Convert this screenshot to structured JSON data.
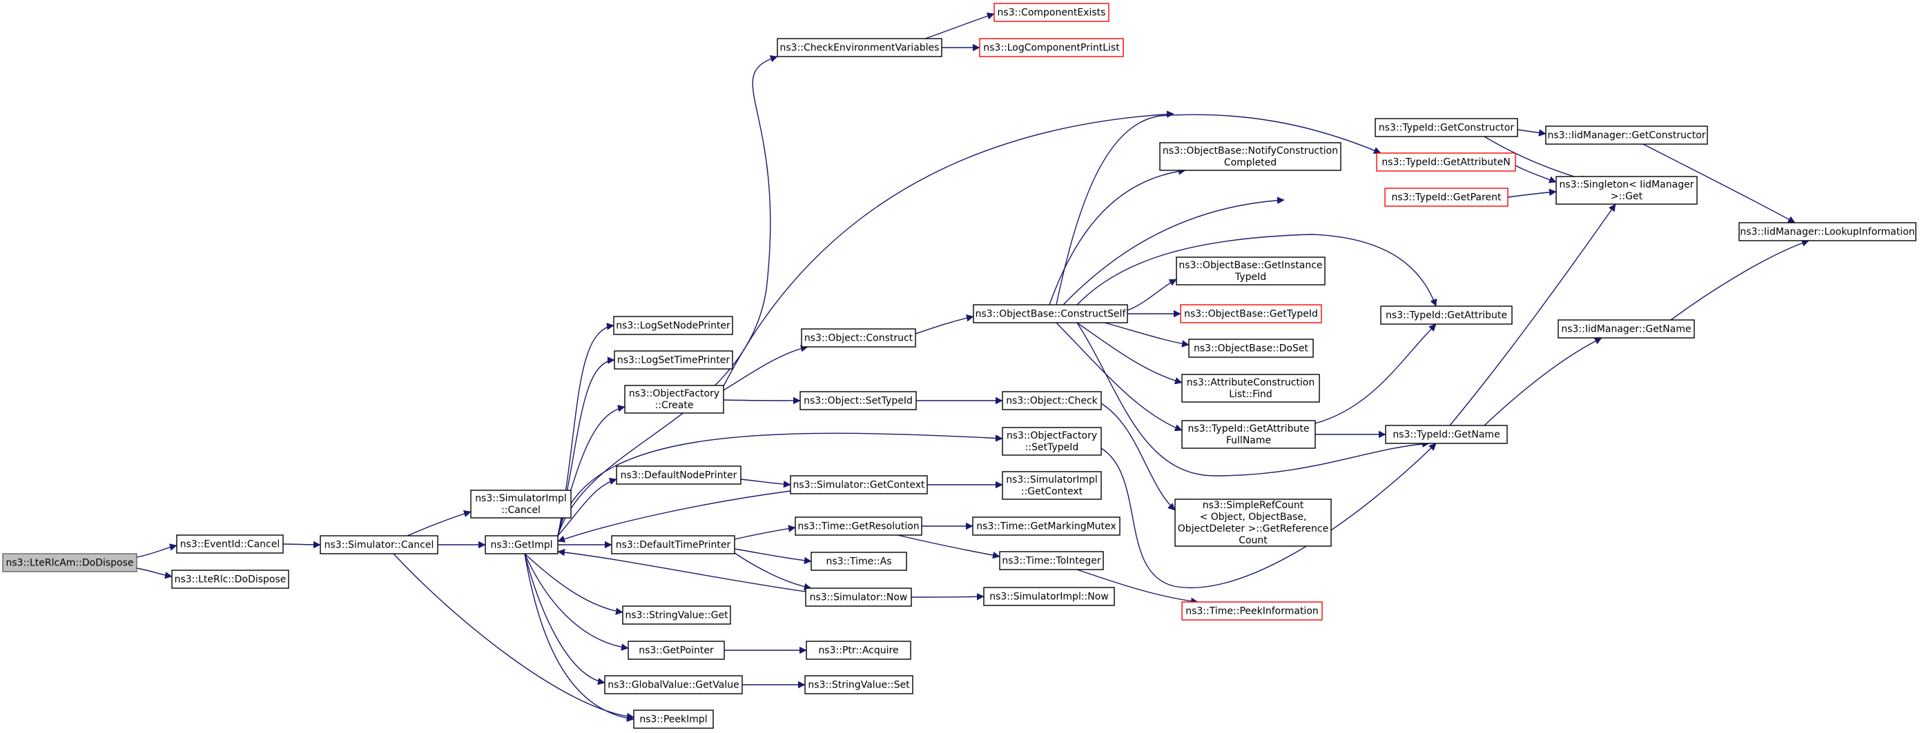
{
  "colors": {
    "edge": "#191970",
    "node_border": "#000000",
    "node_border_undocumented": "#ff0000",
    "node_fill": "#ffffff",
    "root_fill": "#bfbfbf",
    "root_border": "#666666"
  },
  "nodes": [
    {
      "id": "root",
      "lines": [
        "ns3::LteRlcAm::DoDispose"
      ],
      "style": "root"
    },
    {
      "id": "eventid_cancel",
      "lines": [
        "ns3::EventId::Cancel"
      ],
      "style": "normal"
    },
    {
      "id": "lterlc_dodispose",
      "lines": [
        "ns3::LteRlc::DoDispose"
      ],
      "style": "normal"
    },
    {
      "id": "sim_cancel",
      "lines": [
        "ns3::Simulator::Cancel"
      ],
      "style": "normal"
    },
    {
      "id": "simimpl_cancel",
      "lines": [
        "ns3::SimulatorImpl",
        "::Cancel"
      ],
      "style": "normal"
    },
    {
      "id": "getimpl",
      "lines": [
        "ns3::GetImpl"
      ],
      "style": "normal"
    },
    {
      "id": "peekimpl",
      "lines": [
        "ns3::PeekImpl"
      ],
      "style": "normal"
    },
    {
      "id": "logsetnode",
      "lines": [
        "ns3::LogSetNodePrinter"
      ],
      "style": "normal"
    },
    {
      "id": "logsettime",
      "lines": [
        "ns3::LogSetTimePrinter"
      ],
      "style": "normal"
    },
    {
      "id": "checkenv",
      "lines": [
        "ns3::CheckEnvironmentVariables"
      ],
      "style": "normal"
    },
    {
      "id": "compexists",
      "lines": [
        "ns3::ComponentExists"
      ],
      "style": "red"
    },
    {
      "id": "logcompprint",
      "lines": [
        "ns3::LogComponentPrintList"
      ],
      "style": "red"
    },
    {
      "id": "objfactory_create",
      "lines": [
        "ns3::ObjectFactory",
        "::Create"
      ],
      "style": "normal"
    },
    {
      "id": "obj_construct",
      "lines": [
        "ns3::Object::Construct"
      ],
      "style": "normal"
    },
    {
      "id": "obj_settypeid",
      "lines": [
        "ns3::Object::SetTypeId"
      ],
      "style": "normal"
    },
    {
      "id": "obj_check",
      "lines": [
        "ns3::Object::Check"
      ],
      "style": "normal"
    },
    {
      "id": "objfactory_settypeid",
      "lines": [
        "ns3::ObjectFactory",
        "::SetTypeId"
      ],
      "style": "normal"
    },
    {
      "id": "defnodeprinter",
      "lines": [
        "ns3::DefaultNodePrinter"
      ],
      "style": "normal"
    },
    {
      "id": "sim_getcontext",
      "lines": [
        "ns3::Simulator::GetContext"
      ],
      "style": "normal"
    },
    {
      "id": "simimpl_getcontext",
      "lines": [
        "ns3::SimulatorImpl",
        "::GetContext"
      ],
      "style": "normal"
    },
    {
      "id": "deftimeprinter",
      "lines": [
        "ns3::DefaultTimePrinter"
      ],
      "style": "normal"
    },
    {
      "id": "time_getres",
      "lines": [
        "ns3::Time::GetResolution"
      ],
      "style": "normal"
    },
    {
      "id": "time_getmutex",
      "lines": [
        "ns3::Time::GetMarkingMutex"
      ],
      "style": "normal"
    },
    {
      "id": "time_as",
      "lines": [
        "ns3::Time::As"
      ],
      "style": "normal"
    },
    {
      "id": "time_tointeger",
      "lines": [
        "ns3::Time::ToInteger"
      ],
      "style": "normal"
    },
    {
      "id": "time_peekinfo",
      "lines": [
        "ns3::Time::PeekInformation"
      ],
      "style": "red"
    },
    {
      "id": "sim_now",
      "lines": [
        "ns3::Simulator::Now"
      ],
      "style": "normal"
    },
    {
      "id": "simimpl_now",
      "lines": [
        "ns3::SimulatorImpl::Now"
      ],
      "style": "normal"
    },
    {
      "id": "stringvalue_get",
      "lines": [
        "ns3::StringValue::Get"
      ],
      "style": "normal"
    },
    {
      "id": "getpointer",
      "lines": [
        "ns3::GetPointer"
      ],
      "style": "normal"
    },
    {
      "id": "ptr_acquire",
      "lines": [
        "ns3::Ptr::Acquire"
      ],
      "style": "normal"
    },
    {
      "id": "globalvalue_getvalue",
      "lines": [
        "ns3::GlobalValue::GetValue"
      ],
      "style": "normal"
    },
    {
      "id": "stringvalue_set",
      "lines": [
        "ns3::StringValue::Set"
      ],
      "style": "normal"
    },
    {
      "id": "objbase_constructself",
      "lines": [
        "ns3::ObjectBase::ConstructSelf"
      ],
      "style": "normal"
    },
    {
      "id": "objbase_notify",
      "lines": [
        "ns3::ObjectBase::NotifyConstruction",
        "Completed"
      ],
      "style": "normal"
    },
    {
      "id": "objbase_getinstance",
      "lines": [
        "ns3::ObjectBase::GetInstance",
        "TypeId"
      ],
      "style": "normal"
    },
    {
      "id": "objbase_gettypeid",
      "lines": [
        "ns3::ObjectBase::GetTypeId"
      ],
      "style": "red"
    },
    {
      "id": "objbase_doset",
      "lines": [
        "ns3::ObjectBase::DoSet"
      ],
      "style": "normal"
    },
    {
      "id": "attrconst_find",
      "lines": [
        "ns3::AttributeConstruction",
        "List::Find"
      ],
      "style": "normal"
    },
    {
      "id": "typeid_getattrfull",
      "lines": [
        "ns3::TypeId::GetAttribute",
        "FullName"
      ],
      "style": "normal"
    },
    {
      "id": "simplerefcount",
      "lines": [
        "ns3::SimpleRefCount",
        "< Object, ObjectBase,",
        "ObjectDeleter >::GetReference",
        "Count"
      ],
      "style": "normal"
    },
    {
      "id": "typeid_getconstructor",
      "lines": [
        "ns3::TypeId::GetConstructor"
      ],
      "style": "normal"
    },
    {
      "id": "typeid_getattrn",
      "lines": [
        "ns3::TypeId::GetAttributeN"
      ],
      "style": "red"
    },
    {
      "id": "typeid_getparent",
      "lines": [
        "ns3::TypeId::GetParent"
      ],
      "style": "red"
    },
    {
      "id": "typeid_getattribute",
      "lines": [
        "ns3::TypeId::GetAttribute"
      ],
      "style": "normal"
    },
    {
      "id": "typeid_getname",
      "lines": [
        "ns3::TypeId::GetName"
      ],
      "style": "normal"
    },
    {
      "id": "iidmgr_getconstructor",
      "lines": [
        "ns3::IidManager::GetConstructor"
      ],
      "style": "normal"
    },
    {
      "id": "singleton_get",
      "lines": [
        "ns3::Singleton< IidManager",
        ">::Get"
      ],
      "style": "normal"
    },
    {
      "id": "iidmgr_lookup",
      "lines": [
        "ns3::IidManager::LookupInformation"
      ],
      "style": "normal"
    },
    {
      "id": "iidmgr_getname",
      "lines": [
        "ns3::IidManager::GetName"
      ],
      "style": "normal"
    }
  ],
  "edges": [
    [
      "root",
      "eventid_cancel"
    ],
    [
      "root",
      "lterlc_dodispose"
    ],
    [
      "eventid_cancel",
      "sim_cancel"
    ],
    [
      "sim_cancel",
      "simimpl_cancel"
    ],
    [
      "sim_cancel",
      "getimpl"
    ],
    [
      "sim_cancel",
      "peekimpl"
    ],
    [
      "getimpl",
      "logsetnode"
    ],
    [
      "getimpl",
      "logsettime"
    ],
    [
      "getimpl",
      "checkenv"
    ],
    [
      "getimpl",
      "objfactory_create"
    ],
    [
      "getimpl",
      "objfactory_settypeid"
    ],
    [
      "getimpl",
      "defnodeprinter"
    ],
    [
      "getimpl",
      "deftimeprinter"
    ],
    [
      "getimpl",
      "stringvalue_get"
    ],
    [
      "getimpl",
      "getpointer"
    ],
    [
      "getimpl",
      "globalvalue_getvalue"
    ],
    [
      "getimpl",
      "peekimpl"
    ],
    [
      "checkenv",
      "compexists"
    ],
    [
      "checkenv",
      "logcompprint"
    ],
    [
      "objfactory_create",
      "obj_construct"
    ],
    [
      "objfactory_create",
      "obj_settypeid"
    ],
    [
      "objfactory_create",
      "typeid_getconstructor"
    ],
    [
      "obj_construct",
      "objbase_constructself"
    ],
    [
      "obj_settypeid",
      "obj_check"
    ],
    [
      "obj_check",
      "simplerefcount"
    ],
    [
      "objfactory_settypeid",
      "typeid_getname"
    ],
    [
      "defnodeprinter",
      "sim_getcontext"
    ],
    [
      "sim_getcontext",
      "simimpl_getcontext"
    ],
    [
      "sim_getcontext",
      "getimpl"
    ],
    [
      "deftimeprinter",
      "time_getres"
    ],
    [
      "deftimeprinter",
      "time_as"
    ],
    [
      "deftimeprinter",
      "sim_now"
    ],
    [
      "time_getres",
      "time_getmutex"
    ],
    [
      "time_getres",
      "time_tointeger"
    ],
    [
      "time_tointeger",
      "time_peekinfo"
    ],
    [
      "sim_now",
      "simimpl_now"
    ],
    [
      "sim_now",
      "getimpl"
    ],
    [
      "getpointer",
      "ptr_acquire"
    ],
    [
      "globalvalue_getvalue",
      "stringvalue_set"
    ],
    [
      "objbase_constructself",
      "objbase_notify"
    ],
    [
      "objbase_constructself",
      "objbase_getinstance"
    ],
    [
      "objbase_constructself",
      "objbase_gettypeid"
    ],
    [
      "objbase_constructself",
      "objbase_doset"
    ],
    [
      "objbase_constructself",
      "attrconst_find"
    ],
    [
      "objbase_constructself",
      "typeid_getattrfull"
    ],
    [
      "objbase_constructself",
      "typeid_getattrn"
    ],
    [
      "objbase_constructself",
      "typeid_getparent"
    ],
    [
      "objbase_constructself",
      "typeid_getattribute"
    ],
    [
      "objbase_constructself",
      "typeid_getname"
    ],
    [
      "typeid_getattrfull",
      "typeid_getattribute"
    ],
    [
      "typeid_getattrfull",
      "typeid_getname"
    ],
    [
      "typeid_getconstructor",
      "iidmgr_getconstructor"
    ],
    [
      "typeid_getconstructor",
      "singleton_get"
    ],
    [
      "typeid_getattrn",
      "singleton_get"
    ],
    [
      "typeid_getparent",
      "singleton_get"
    ],
    [
      "typeid_getname",
      "singleton_get"
    ],
    [
      "typeid_getname",
      "iidmgr_getname"
    ],
    [
      "iidmgr_getconstructor",
      "iidmgr_lookup"
    ],
    [
      "iidmgr_getname",
      "iidmgr_lookup"
    ]
  ]
}
